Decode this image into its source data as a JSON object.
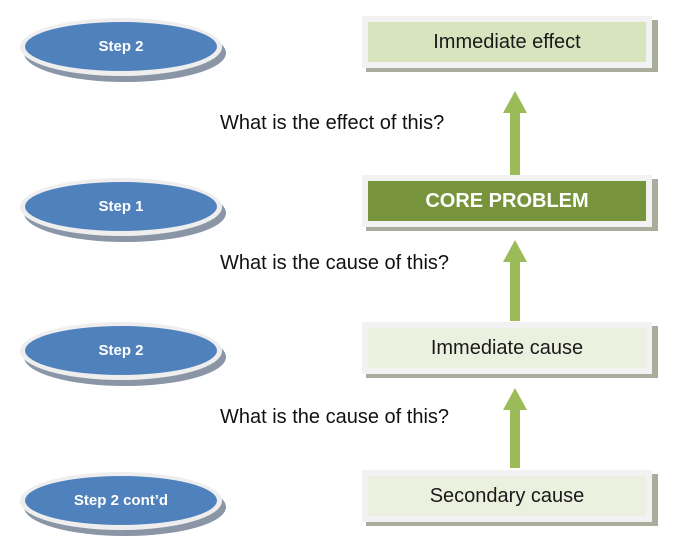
{
  "steps": [
    {
      "label": "Step 2"
    },
    {
      "label": "Step 1"
    },
    {
      "label": "Step 2"
    },
    {
      "label": "Step 2 cont’d"
    }
  ],
  "boxes": [
    {
      "label": "Immediate effect"
    },
    {
      "label": "CORE PROBLEM"
    },
    {
      "label": "Immediate cause"
    },
    {
      "label": "Secondary cause"
    }
  ],
  "questions": [
    {
      "text": "What is the effect of this?"
    },
    {
      "text": "What is the cause of this?"
    },
    {
      "text": "What is the cause of this?"
    }
  ],
  "colors": {
    "ellipse_fill": "#4f81bd",
    "core_fill": "#77933c",
    "light_box_fill": "#d7e4bd",
    "lighter_box_fill": "#ebf1de",
    "arrow": "#9bbb59"
  }
}
